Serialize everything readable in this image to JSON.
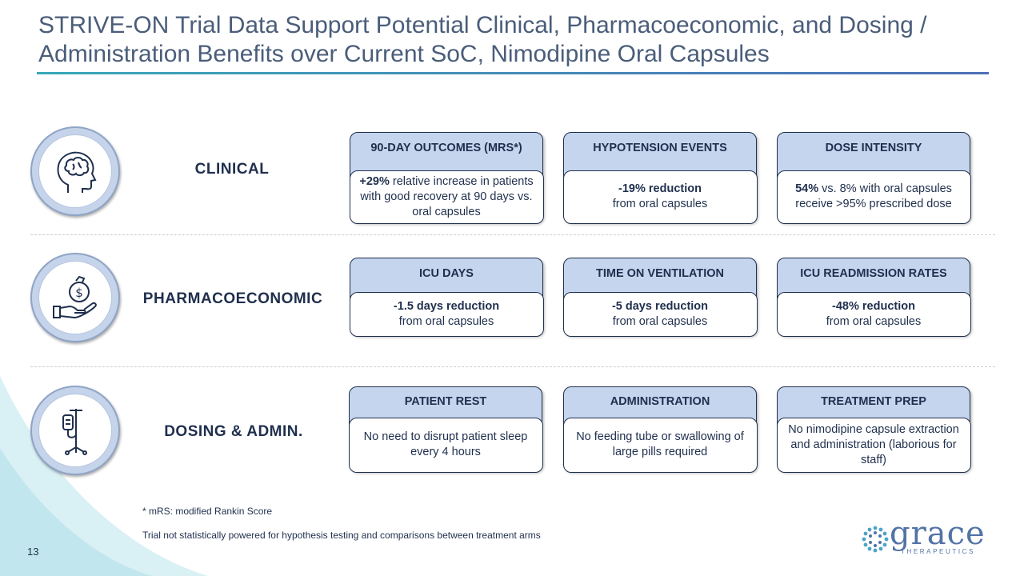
{
  "title": "STRIVE-ON Trial Data Support Potential Clinical, Pharmacoeconomic, and Dosing / Administration Benefits over Current SoC, Nimodipine Oral Capsules",
  "rows": [
    {
      "label": "CLINICAL",
      "icon": "brain-head-icon",
      "cards": [
        {
          "header": "90-DAY OUTCOMES (MRS*)",
          "bold": "+29%",
          "line1": " relative increase in patients with good recovery at 90 days vs. oral capsules",
          "line2": ""
        },
        {
          "header": "HYPOTENSION EVENTS",
          "bold": "-19% reduction",
          "line1": "",
          "line2": "from oral capsules"
        },
        {
          "header": "DOSE INTENSITY",
          "bold": "54%",
          "line1": " vs. 8% with oral capsules receive >95% prescribed dose",
          "line2": ""
        }
      ]
    },
    {
      "label": "PHARMACOECONOMIC",
      "icon": "hand-money-bag-icon",
      "cards": [
        {
          "header": "ICU DAYS",
          "bold": "-1.5 days reduction",
          "line1": "",
          "line2": "from oral capsules"
        },
        {
          "header": "TIME ON VENTILATION",
          "bold": "-5 days reduction",
          "line1": "",
          "line2": "from oral capsules"
        },
        {
          "header": "ICU READMISSION RATES",
          "bold": "-48% reduction",
          "line1": "",
          "line2": "from oral capsules"
        }
      ]
    },
    {
      "label": "DOSING & ADMIN.",
      "icon": "iv-drip-stand-icon",
      "cards": [
        {
          "header": "PATIENT REST",
          "bold": "",
          "line1": "No need to disrupt patient sleep every 4 hours",
          "line2": ""
        },
        {
          "header": "ADMINISTRATION",
          "bold": "",
          "line1": "No feeding tube or swallowing of large pills required",
          "line2": ""
        },
        {
          "header": "TREATMENT PREP",
          "bold": "",
          "line1": "No nimodipine capsule extraction and administration (laborious for staff)",
          "line2": ""
        }
      ]
    }
  ],
  "footnotes": {
    "mrs": "* mRS: modified Rankin Score",
    "disclaimer": "Trial not statistically powered for hypothesis testing and comparisons between treatment arms"
  },
  "page_number": "13",
  "logo": {
    "word": "grace",
    "sub": "THERAPEUTICS"
  },
  "colors": {
    "navy": "#1f2f4d",
    "card_header": "#c5d5ee",
    "title": "#4a5d7a",
    "accent_teal": "#38a8b8",
    "logo_blue": "#5273a6"
  }
}
